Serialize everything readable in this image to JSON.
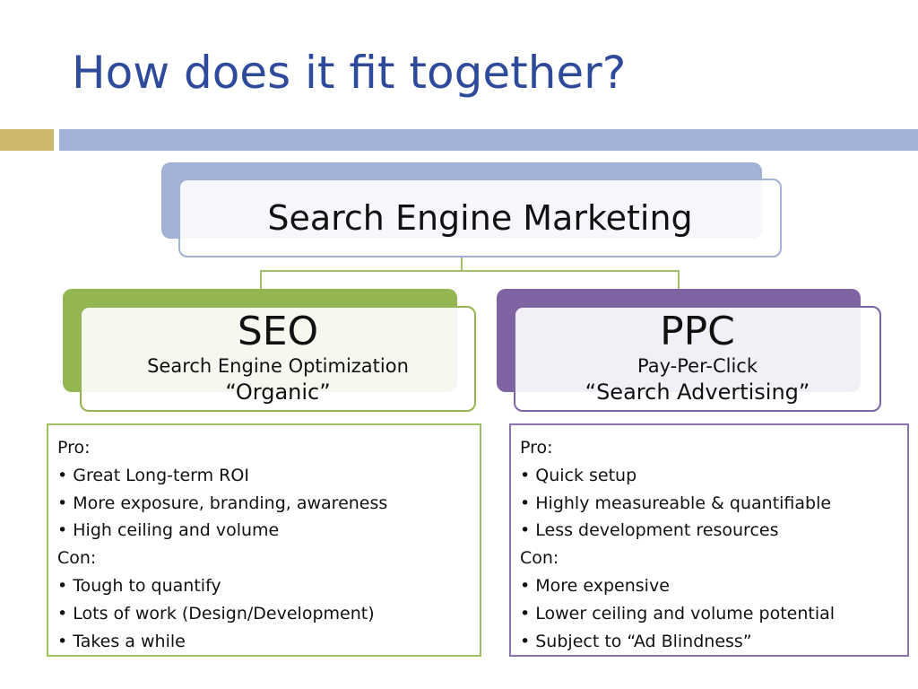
{
  "slide": {
    "title": "How does it fit together?"
  },
  "colors": {
    "title": "#2e4a9a",
    "rule_gold": "#cdb96b",
    "rule_blue": "#a3b1d6",
    "seo_green": "#93b552",
    "ppc_purple": "#7e64a3",
    "connector": "#a6c06a"
  },
  "diagram": {
    "root": {
      "label": "Search Engine Marketing"
    },
    "seo": {
      "label": "SEO",
      "subtitle": "Search Engine Optimization",
      "tag": "“Organic”",
      "lines": [
        "Pro:",
        "• Great Long-term ROI",
        "• More exposure, branding, awareness",
        "• High ceiling and volume",
        "Con:",
        "• Tough to quantify",
        "• Lots of work (Design/Development)",
        "• Takes a while"
      ]
    },
    "ppc": {
      "label": "PPC",
      "subtitle": "Pay-Per-Click",
      "tag": "“Search Advertising”",
      "lines": [
        "Pro:",
        "• Quick setup",
        "• Highly measureable & quantifiable",
        "• Less development resources",
        "Con:",
        "• More expensive",
        "• Lower ceiling and volume potential",
        "• Subject to “Ad Blindness”"
      ]
    }
  }
}
